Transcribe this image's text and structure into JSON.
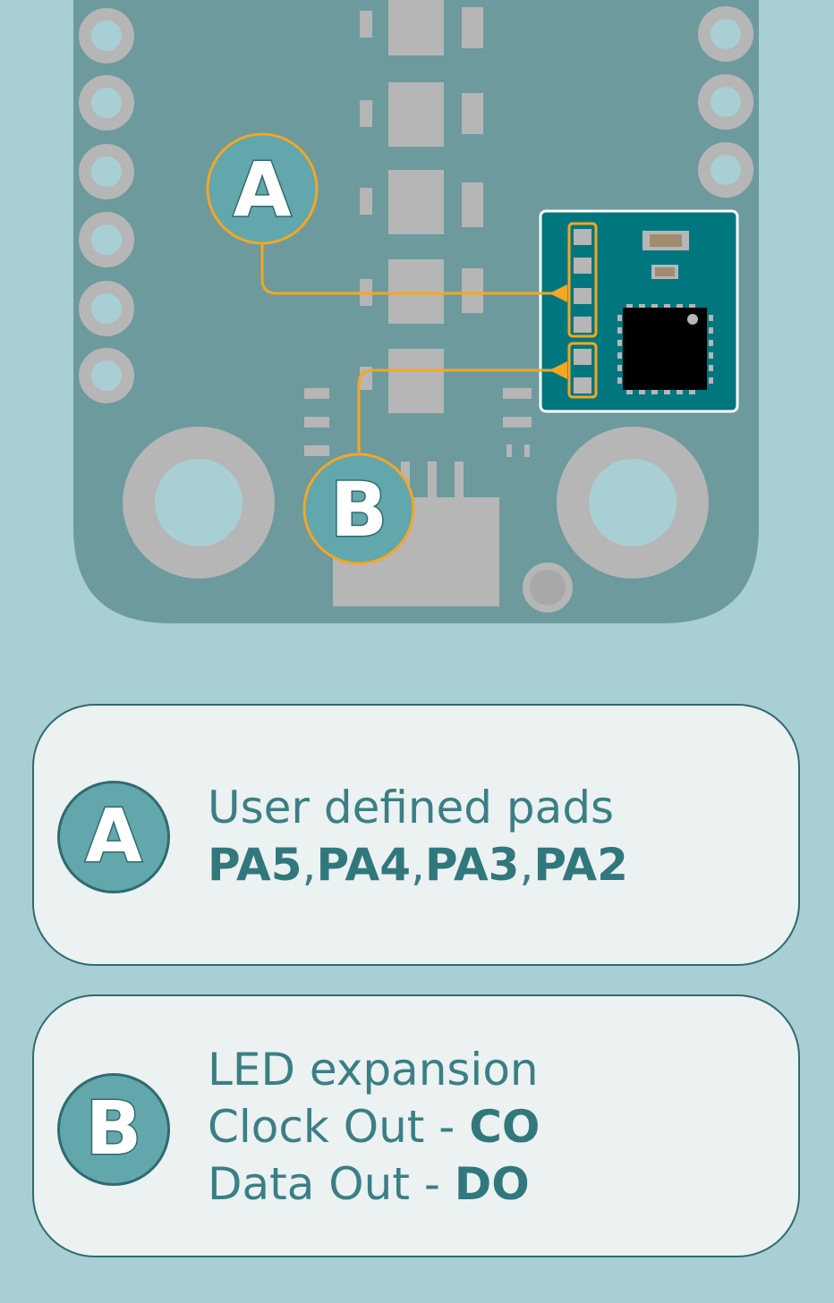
{
  "callouts": {
    "a": {
      "letter": "A"
    },
    "b": {
      "letter": "B"
    }
  },
  "legend": {
    "a": {
      "letter": "A",
      "title": "User defined pads",
      "pads": [
        "PA5",
        "PA4",
        "PA3",
        "PA2"
      ],
      "separator": ","
    },
    "b": {
      "letter": "B",
      "title": "LED expansion",
      "clock_label": "Clock Out - ",
      "clock_value": "CO",
      "data_label": "Data Out - ",
      "data_value": "DO"
    }
  },
  "colors": {
    "background": "#a8cfd3",
    "board": "#6d9a9d",
    "silkscreen_gray": "#b6b6b6",
    "module": "#00777e",
    "accent_orange": "#f5a623",
    "badge_fill": "#62a7ab",
    "badge_stroke": "#2f6b70",
    "card_fill": "#ecf1f1",
    "text": "#3b7f85"
  }
}
